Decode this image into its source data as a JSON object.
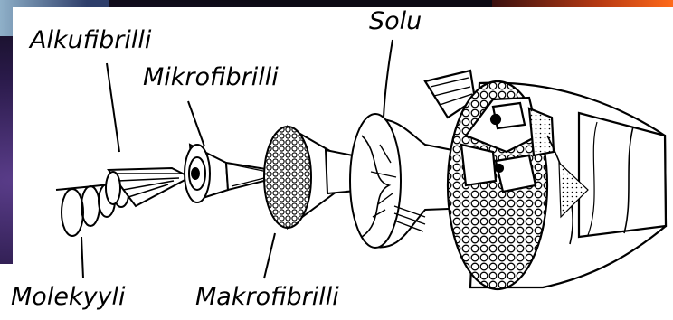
{
  "labels": {
    "alkufibrilli": "Alkufibrilli",
    "mikrofibrilli": "Mikrofibrilli",
    "solu": "Solu",
    "molekyyli": "Molekyyli",
    "makrofibrilli": "Makrofibrilli"
  },
  "colors": {
    "ink": "#000000",
    "paper": "#ffffff"
  }
}
